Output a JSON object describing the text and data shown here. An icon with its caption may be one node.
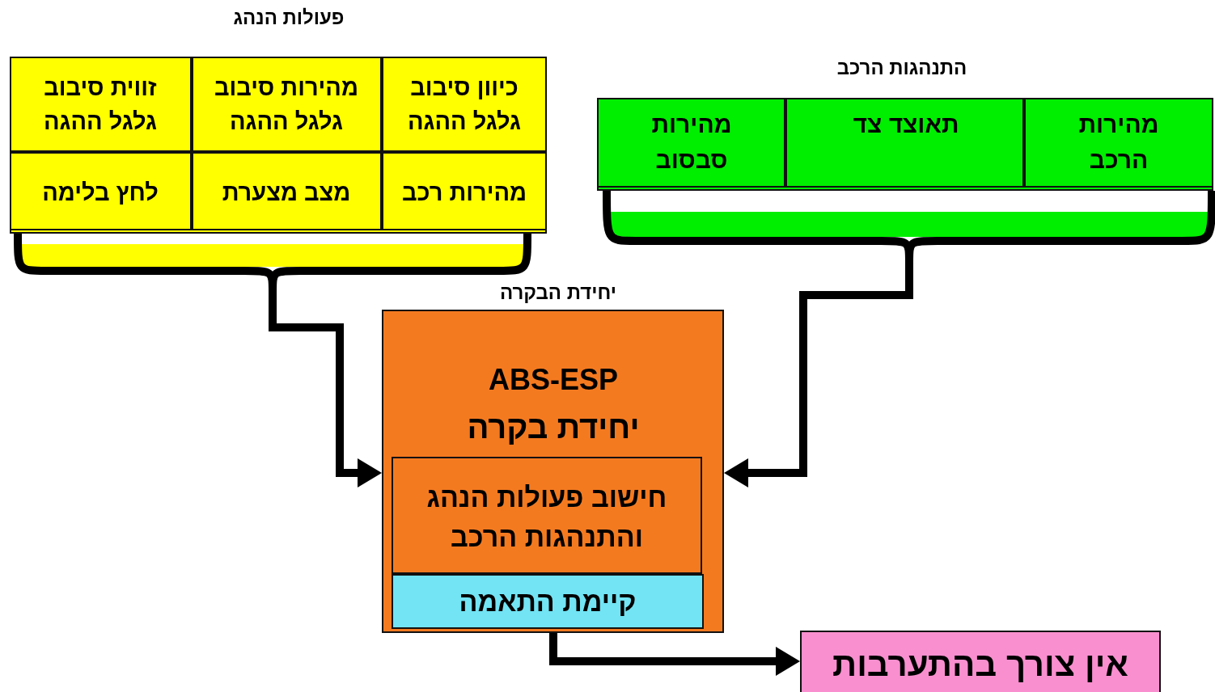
{
  "diagram": {
    "nodes": [
      {
        "text": [
          "פעולות הנהג"
        ]
      },
      {
        "text": [
          "כיוון סיבוב גלגל ההגה"
        ],
        "in": 0
      },
      {
        "text": [
          "מהירות סיבוב גלגל ההגה"
        ],
        "in": 0
      },
      {
        "text": [
          "זווית סיבוב גלגל ההגה"
        ],
        "in": 0
      },
      {
        "text": [
          "מהירות רכב"
        ],
        "in": 0
      },
      {
        "text": [
          "מצב מצערת"
        ],
        "in": 0
      },
      {
        "text": [
          "לחץ בלימה"
        ],
        "in": 0
      },
      {
        "text": [
          "התנהגות הרכב"
        ]
      },
      {
        "text": [
          "מהירות הרכב"
        ],
        "in": 7
      },
      {
        "text": [
          "תאוצד צד"
        ],
        "in": 7
      },
      {
        "text": [
          "מהירות סבסוב"
        ],
        "in": 7
      },
      {
        "text": [
          "יחידת הבקרה",
          "ABS-ESP",
          "יחידת בקרה"
        ]
      },
      {
        "text": [
          "חישוב פעולות הנהג והתנהגות הרכב"
        ],
        "in": 11
      },
      {
        "text": [
          "קיימת התאמה"
        ],
        "in": 11
      },
      {
        "text": [
          "אין צורך בהתערבות"
        ]
      }
    ],
    "edges": [
      {
        "from": 0,
        "to": 11,
        "arrow": "to"
      },
      {
        "from": 7,
        "to": 11,
        "arrow": "to"
      },
      {
        "from": 13,
        "to": 14,
        "arrow": "to"
      }
    ]
  }
}
